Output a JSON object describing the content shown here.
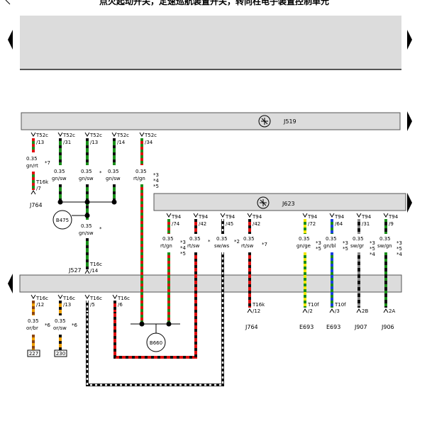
{
  "title": "点火起动开关，定速巡航装置开关，转向柱电子装置控制单元",
  "units": {
    "j519": "J519",
    "j623": "J623",
    "j764_left": "J764",
    "j764_right": "J764",
    "j527": "J527",
    "e693_a": "E693",
    "e693_b": "E693",
    "j907": "J907",
    "j906": "J906"
  },
  "splices": {
    "b475": "B475",
    "b660": "B660"
  },
  "grounds": {
    "g227": "227",
    "g230": "230"
  },
  "j519_pins": [
    {
      "conn": "T52c",
      "pin": "/13",
      "size": "0.35",
      "color": "gn/rt",
      "note": "*7"
    },
    {
      "conn": "T52c",
      "pin": "/31",
      "size": "0.35",
      "color": "gn/sw",
      "note": ""
    },
    {
      "conn": "T52c",
      "pin": "/13",
      "size": "0.35",
      "color": "gn/sw",
      "note": "*"
    },
    {
      "conn": "T52c",
      "pin": "/14",
      "size": "0.35",
      "color": "gn/sw",
      "note": ""
    },
    {
      "conn": "T52c",
      "pin": "/34",
      "size": "0.35",
      "color": "rt/gn",
      "note": "*3\n*4\n*5"
    }
  ],
  "t16k_left": {
    "conn": "T16k",
    "pin": "/7"
  },
  "b475_wire": {
    "size": "0.35",
    "color": "gn/sw",
    "note": "*"
  },
  "t16c_v14": {
    "conn": "T16c",
    "pin": "/14"
  },
  "j623_pins": [
    {
      "conn": "T94",
      "pin": "/74",
      "size": "0.35",
      "color": "rt/gn",
      "note": "*3\n*4\n*5"
    },
    {
      "conn": "T94",
      "pin": "/42",
      "size": "0.35",
      "color": "rt/sw",
      "note": "*"
    },
    {
      "conn": "T94",
      "pin": "/45",
      "size": "0.35",
      "color": "sw/ws",
      "note": "*2"
    },
    {
      "conn": "T94",
      "pin": "/42",
      "size": "0.35",
      "color": "rt/sw",
      "note": "*7"
    },
    {
      "conn": "T94",
      "pin": "/72",
      "size": "0.35",
      "color": "gn/ge",
      "note": "*3\n*5"
    },
    {
      "conn": "T94",
      "pin": "/64",
      "size": "0.35",
      "color": "gn/bl",
      "note": "*3\n*5"
    },
    {
      "conn": "T94",
      "pin": "/31",
      "size": "0.35",
      "color": "sw/gr",
      "note": "*3\n*5\n*4"
    },
    {
      "conn": "T94",
      "pin": "/9",
      "size": "0.35",
      "color": "sw/gn",
      "note": "*3\n*5\n*4"
    }
  ],
  "lower_pins": [
    {
      "conn": "T16c",
      "pin": "/12",
      "size": "0.35",
      "color": "or/br",
      "note": "*6"
    },
    {
      "conn": "T16c",
      "pin": "/13",
      "size": "0.35",
      "color": "or/sw",
      "note": "*6"
    },
    {
      "conn": "T16c",
      "pin": "/5"
    },
    {
      "conn": "T16c",
      "pin": "/6"
    }
  ],
  "bottom_conns": {
    "t16k_12": {
      "conn": "T16k",
      "pin": "/12"
    },
    "t10f_2": {
      "conn": "T10f",
      "pin": "/2"
    },
    "t10f_3": {
      "conn": "T10f",
      "pin": "/3"
    },
    "pin_2b": "2B",
    "pin_2a": "2A"
  },
  "colors": {
    "gn": "#1a8f1a",
    "rt": "#e01010",
    "sw": "#111111",
    "ws": "#ffffff",
    "ge": "#f2e600",
    "bl": "#1a3fe0",
    "gr": "#8a8a8a",
    "or": "#f0a000",
    "br": "#8b4513"
  }
}
